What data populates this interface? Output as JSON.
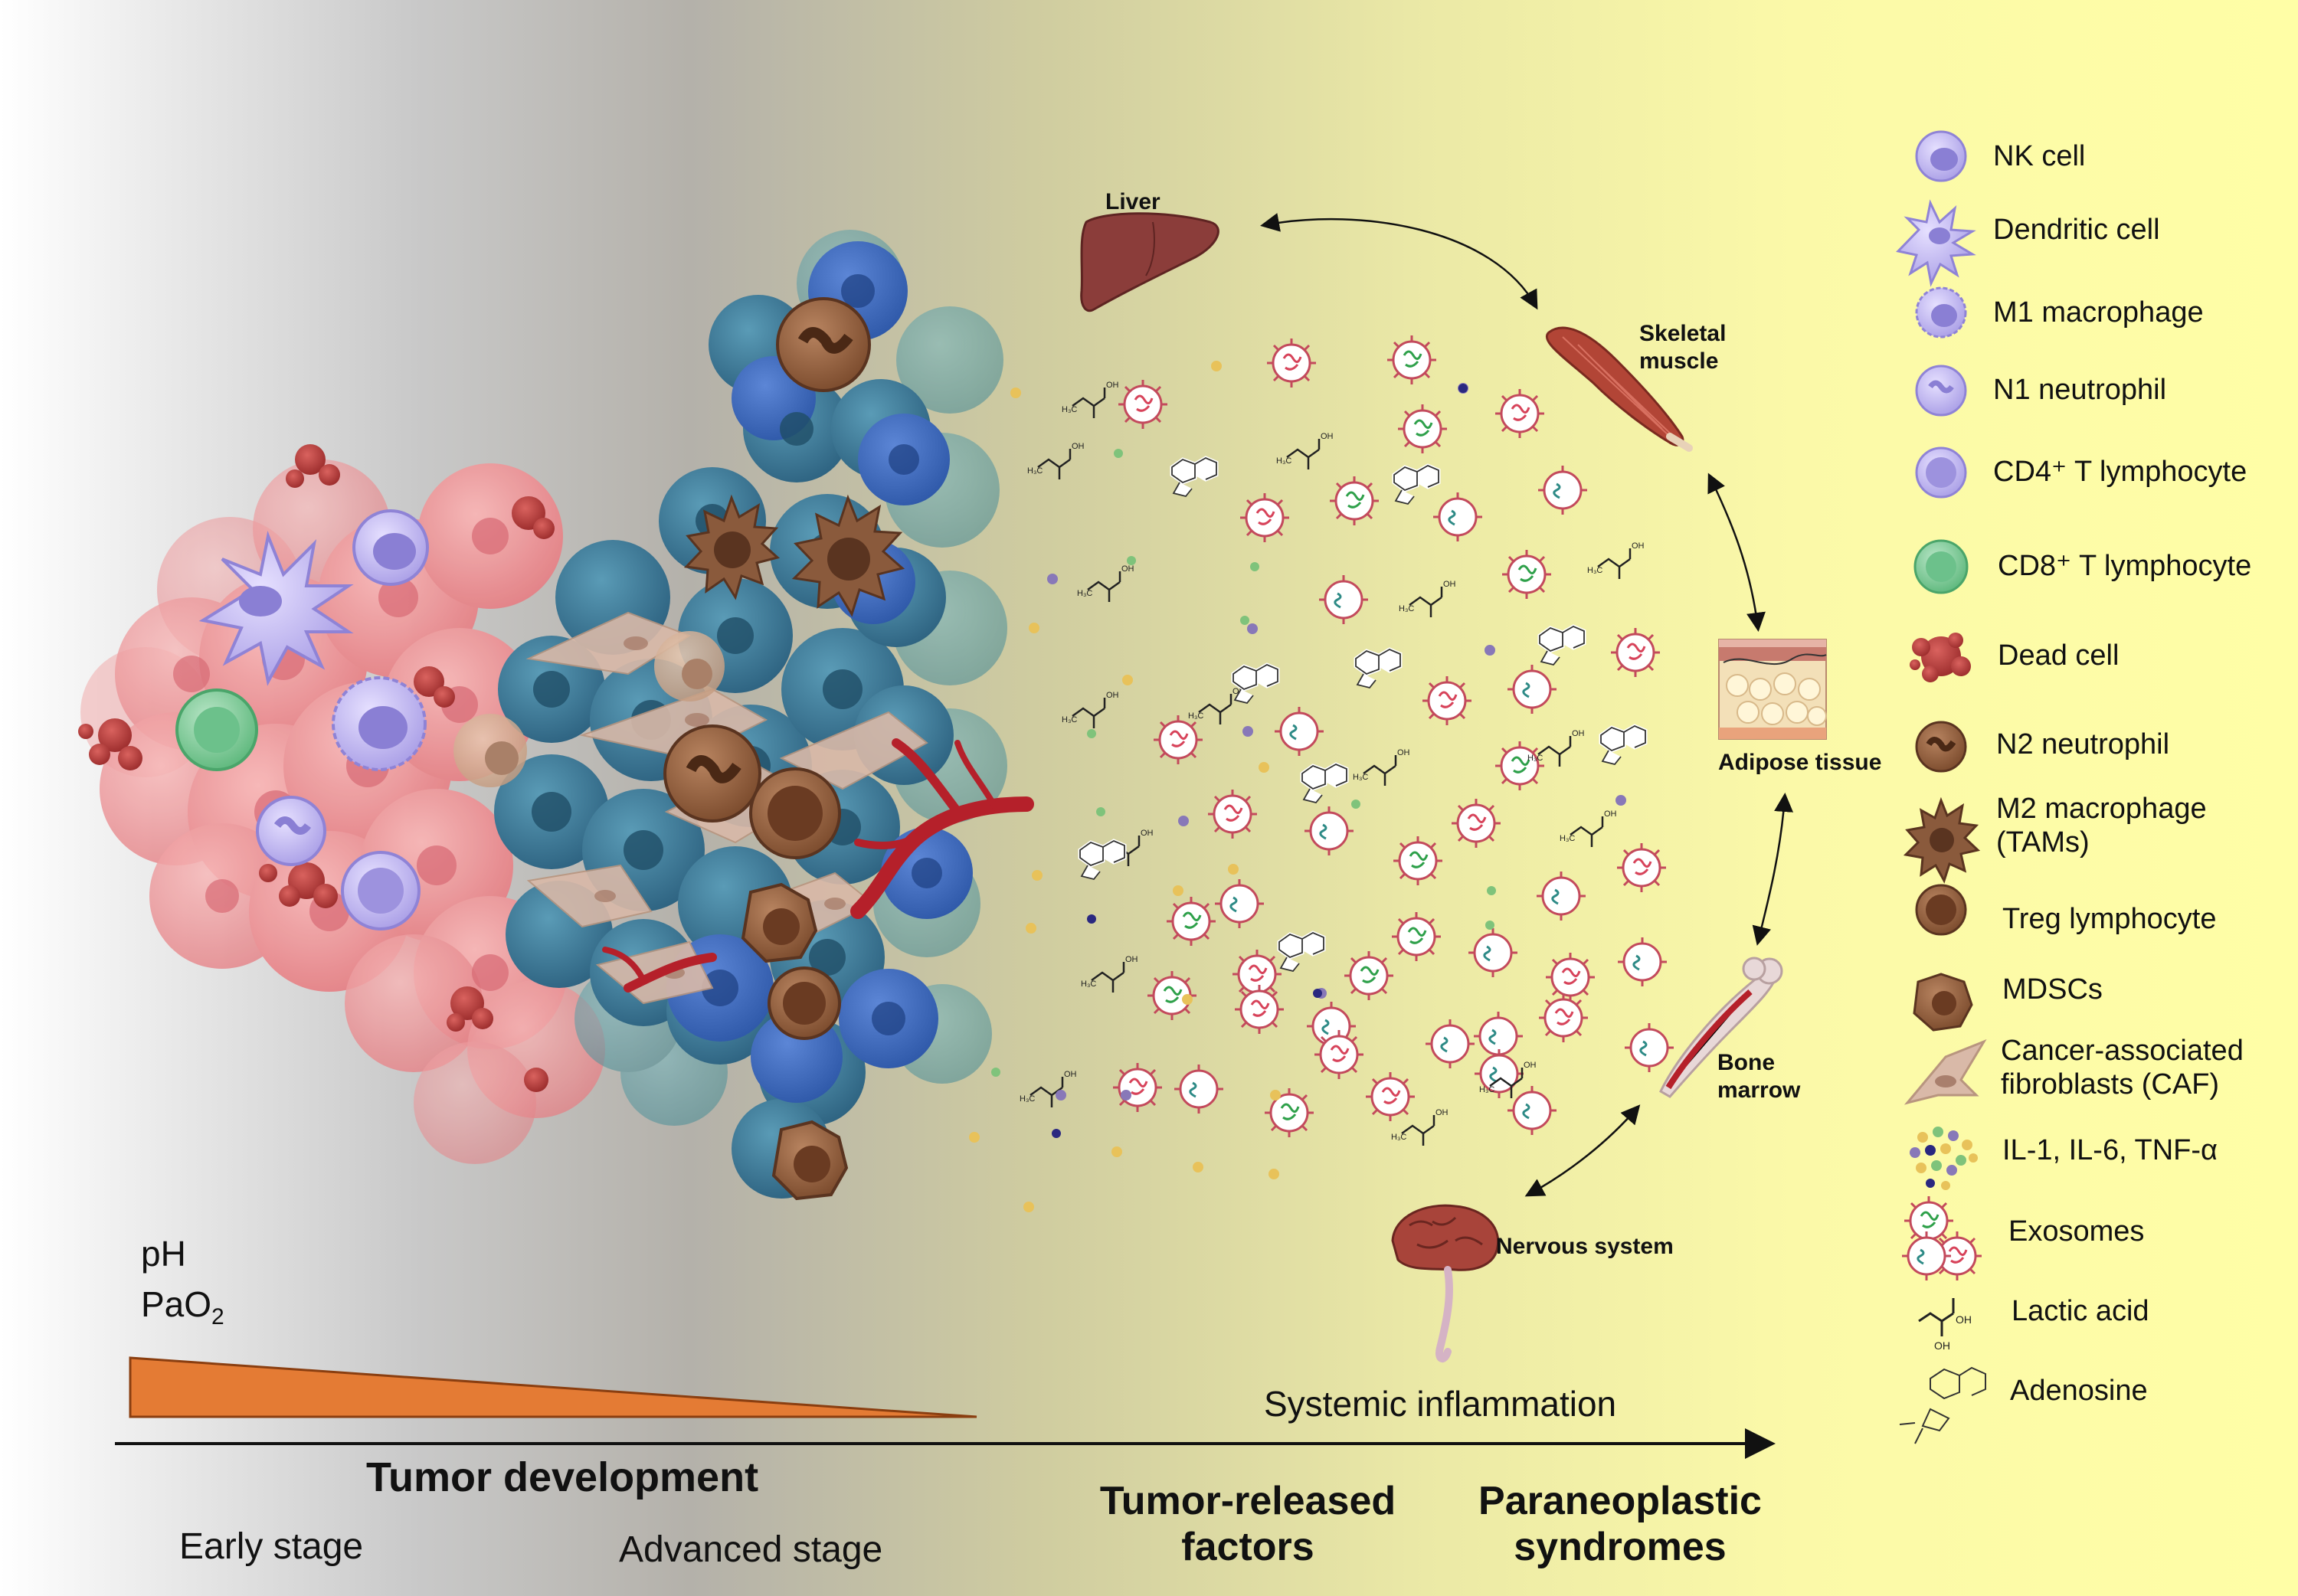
{
  "colors": {
    "early_tumor": "#ee8f8f",
    "advanced_tumor": "#3f7c98",
    "gradient_wedge": "#e47b34",
    "vessel": "#b5202a",
    "exosome_red": "#d7435a",
    "exosome_green": "#2ea04a"
  },
  "organs": {
    "liver": "Liver",
    "skeletal_muscle_line1": "Skeletal",
    "skeletal_muscle_line2": "muscle",
    "adipose": "Adipose tissue",
    "bone_marrow_line1": "Bone",
    "bone_marrow_line2": "marrow",
    "nervous_system": "Nervous system"
  },
  "gradient": {
    "ph": "pH",
    "pao2_main": "PaO",
    "pao2_sub": "2"
  },
  "bottom": {
    "systemic_inflammation": "Systemic inflammation",
    "tumor_development": "Tumor development",
    "early_stage": "Early stage",
    "advanced_stage": "Advanced stage",
    "tumor_released_line1": "Tumor-released",
    "tumor_released_line2": "factors",
    "paraneoplastic_line1": "Paraneoplastic",
    "paraneoplastic_line2": "syndromes"
  },
  "legend": [
    {
      "label": "NK cell",
      "icon": "nk-cell-icon"
    },
    {
      "label": "Dendritic cell",
      "icon": "dendritic-cell-icon"
    },
    {
      "label": "M1 macrophage",
      "icon": "m1-macrophage-icon"
    },
    {
      "label": "N1 neutrophil",
      "icon": "n1-neutrophil-icon"
    },
    {
      "label": "CD4⁺ T lymphocyte",
      "icon": "cd4-t-lymphocyte-icon"
    },
    {
      "label": "CD8⁺ T lymphocyte",
      "icon": "cd8-t-lymphocyte-icon"
    },
    {
      "label": "Dead cell",
      "icon": "dead-cell-icon"
    },
    {
      "label": "N2 neutrophil",
      "icon": "n2-neutrophil-icon"
    },
    {
      "label": "M2 macrophage",
      "label2": "(TAMs)",
      "icon": "m2-macrophage-icon"
    },
    {
      "label": "Treg lymphocyte",
      "icon": "treg-lymphocyte-icon"
    },
    {
      "label": "MDSCs",
      "icon": "mdsc-icon"
    },
    {
      "label": "Cancer-associated",
      "label2": "fibroblasts (CAF)",
      "icon": "caf-icon"
    },
    {
      "label": "IL-1, IL-6, TNF-α",
      "icon": "cytokines-icon"
    },
    {
      "label": "Exosomes",
      "icon": "exosomes-icon"
    },
    {
      "label": "Lactic acid",
      "icon": "lactic-acid-icon"
    },
    {
      "label": "Adenosine",
      "icon": "adenosine-icon"
    }
  ]
}
